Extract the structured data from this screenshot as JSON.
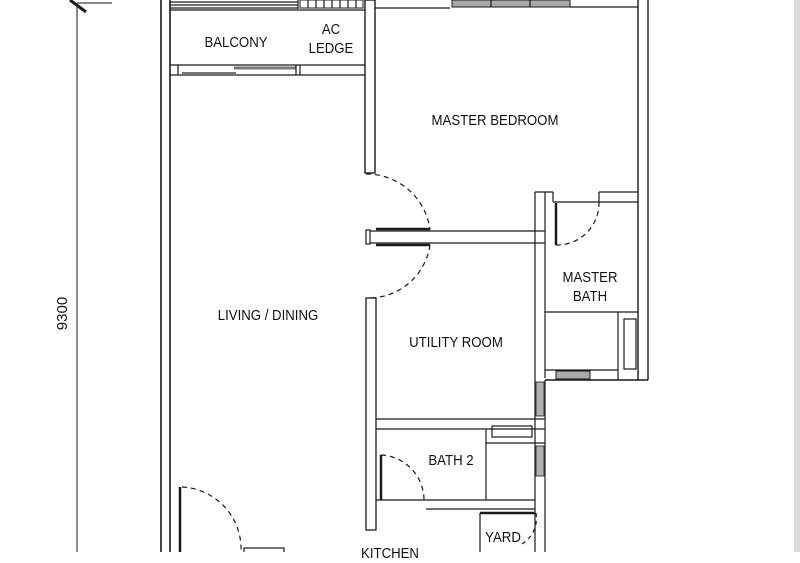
{
  "plan": {
    "type": "floor-plan",
    "dimension": {
      "value": "9300",
      "orientation": "vertical"
    },
    "rooms": [
      {
        "id": "balcony",
        "label": "BALCONY"
      },
      {
        "id": "ac-ledge",
        "label_line1": "AC",
        "label_line2": "LEDGE"
      },
      {
        "id": "master-bedroom",
        "label": "MASTER BEDROOM"
      },
      {
        "id": "master-bath",
        "label_line1": "MASTER",
        "label_line2": "BATH"
      },
      {
        "id": "living-dining",
        "label": "LIVING / DINING"
      },
      {
        "id": "utility-room",
        "label": "UTILITY ROOM"
      },
      {
        "id": "bath-2",
        "label": "BATH 2"
      },
      {
        "id": "yard",
        "label": "YARD"
      },
      {
        "id": "kitchen",
        "label": "KITCHEN"
      }
    ],
    "colors": {
      "line": "#1a1a1a",
      "window_fill": "#9a9a9a",
      "background": "#ffffff",
      "edge_bar": "#dcdcdc"
    }
  }
}
